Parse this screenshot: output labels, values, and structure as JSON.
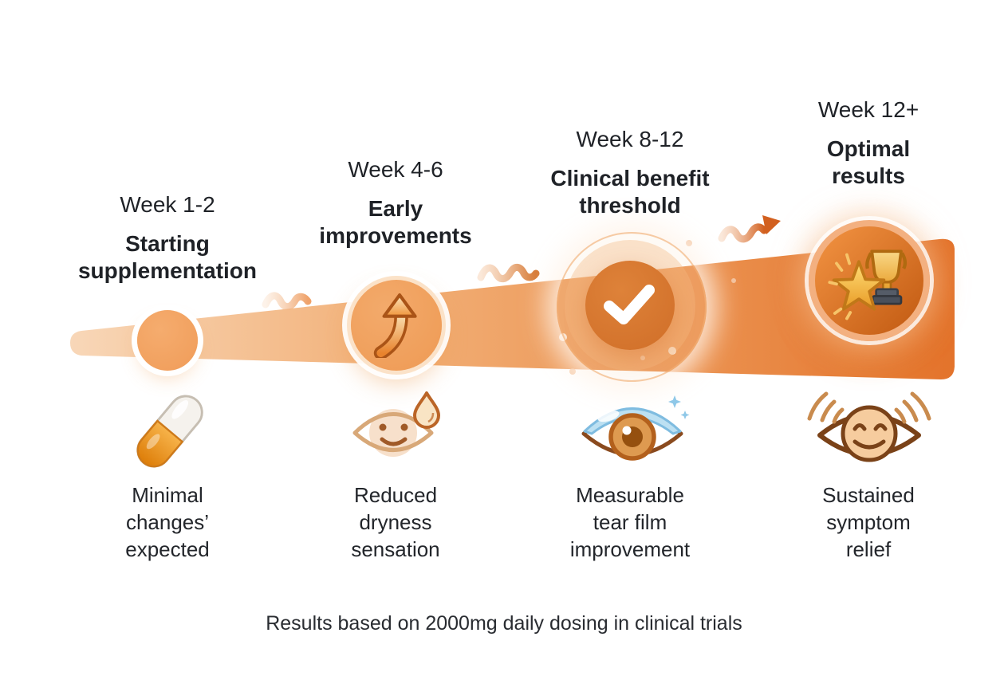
{
  "infographic": {
    "background": "#ffffff",
    "band_colors": {
      "start": "#F8D7B8",
      "mid": "#EB9250",
      "end": "#E3732B"
    },
    "text_color": "#1F2227",
    "stages": [
      {
        "week": "Week 1-2",
        "title": "Starting supplementation",
        "caption": "Minimal changes’ expected",
        "node_icon": "dot-node",
        "bottom_icon": "pill-capsule-icon"
      },
      {
        "week": "Week 4-6",
        "title": "Early improvements",
        "caption": "Reduced dryness sensation",
        "node_icon": "curved-up-arrow-icon",
        "bottom_icon": "happy-eye-droplet-icon"
      },
      {
        "week": "Week 8-12",
        "title": "Clinical benefit threshold",
        "caption": "Measurable tear film improvement",
        "node_icon": "checkmark-icon",
        "bottom_icon": "tear-film-eye-icon"
      },
      {
        "week": "Week 12+",
        "title": "Optimal results",
        "caption": "Sustained symptom relief",
        "node_icon": "star-trophy-icon",
        "bottom_icon": "relieved-eye-icon"
      }
    ],
    "footer": {
      "text": "Results based on 2000mg daily dosing in clinical trials"
    }
  }
}
